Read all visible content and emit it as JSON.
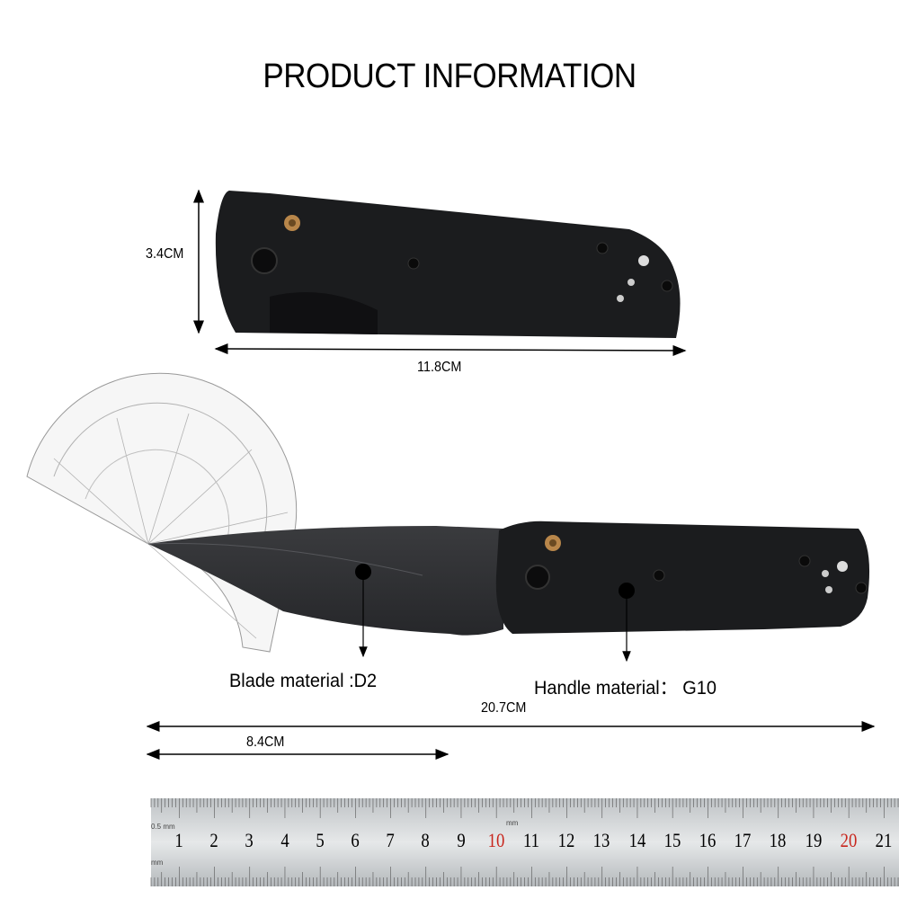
{
  "title": "PRODUCT INFORMATION",
  "dimensions": {
    "closed_height": "3.4CM",
    "closed_length": "11.8CM",
    "overall_length": "20.7CM",
    "blade_length": "8.4CM"
  },
  "materials": {
    "blade": "Blade material :D2",
    "handle": "Handle material： G10"
  },
  "ruler": {
    "unit_top": "0.5 mm",
    "unit_mid": "mm",
    "unit_bottom": "mm",
    "numbers": [
      "1",
      "2",
      "3",
      "4",
      "5",
      "6",
      "7",
      "8",
      "9",
      "10",
      "11",
      "12",
      "13",
      "14",
      "15",
      "16",
      "17",
      "18",
      "19",
      "20",
      "21"
    ],
    "highlight_color": "#c8261d"
  },
  "colors": {
    "knife": "#1b1c1e",
    "pivot_brass": "#b8864a"
  }
}
